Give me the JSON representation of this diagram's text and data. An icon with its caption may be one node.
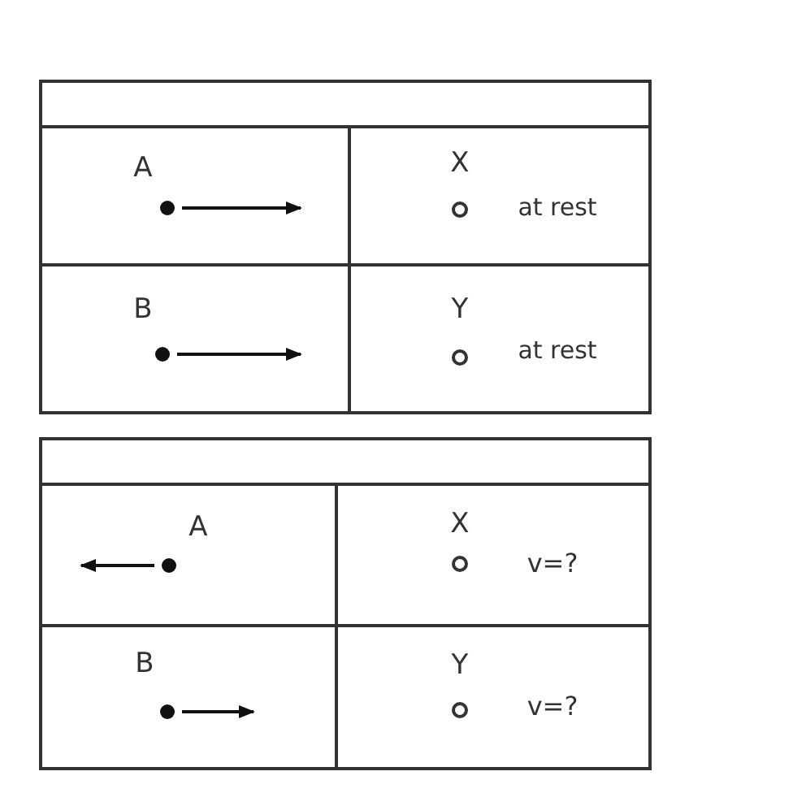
{
  "diagram": {
    "labels": [
      "A",
      "X",
      "at rest",
      "B",
      "Y",
      "at rest",
      "A",
      "X",
      "v=?",
      "B",
      "Y",
      "v=?"
    ]
  }
}
